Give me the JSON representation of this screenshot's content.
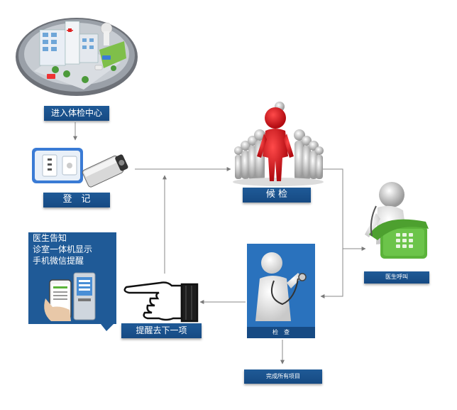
{
  "steps": {
    "enter_center": "进入体检中心",
    "register": "登　记",
    "wait": "候 检",
    "doctor_call": "医生呼叫",
    "exam": "检　查",
    "remind_next": "提醒去下一项",
    "all_done": "完成所有项目"
  },
  "notice": {
    "line1": "医生告知",
    "line2": "诊室一体机显示",
    "line3": "手机微信提醒"
  },
  "colors": {
    "label_blue": "#1a5596",
    "panel_blue": "#2c78c4",
    "arrow_gray": "#8a8a8a",
    "red_figure": "#d8121b",
    "phone_green": "#5bb33a"
  },
  "icons": {
    "hospital": "hospital-building-icon",
    "id_card_reader": "card-reader-icon",
    "crowd": "crowd-figures-icon",
    "telephone": "telephone-icon",
    "doctor": "doctor-stethoscope-icon",
    "hand": "pointing-hand-icon",
    "kiosk": "kiosk-phone-icon"
  }
}
